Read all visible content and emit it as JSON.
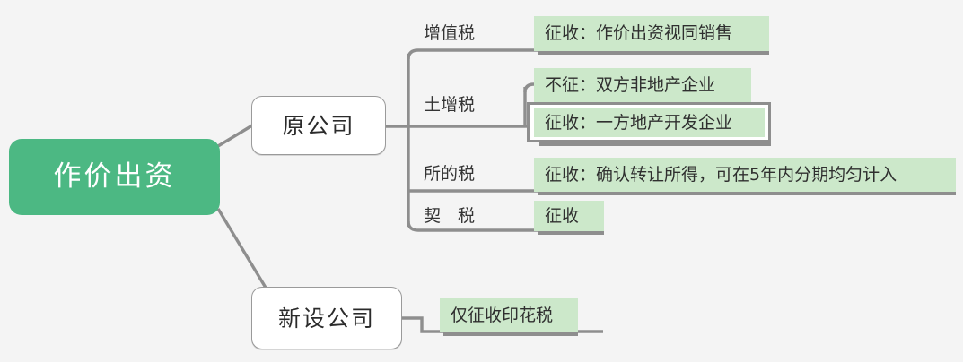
{
  "diagram": {
    "type": "mind-map",
    "background_color": "#f4f4f4",
    "root": {
      "label": "作价出资",
      "fill_color": "#4cb883",
      "text_color": "#ffffff"
    },
    "branches": [
      {
        "label": "原公司",
        "topics": [
          {
            "label": "增值税",
            "leaves": [
              {
                "text": "征收：作价出资视同销售",
                "highlight": "#cce8ca",
                "selected": false
              }
            ]
          },
          {
            "label": "土增税",
            "leaves": [
              {
                "text": "不征：双方非地产企业",
                "highlight": "#cce8ca",
                "selected": false
              },
              {
                "text": "征收：一方地产开发企业",
                "highlight": "#cce8ca",
                "selected": true
              }
            ]
          },
          {
            "label": "所的税",
            "leaves": [
              {
                "text": "征收：确认转让所得，可在5年内分期均匀计入",
                "highlight": "#cce8ca",
                "selected": false
              }
            ]
          },
          {
            "label": "契　税",
            "leaves": [
              {
                "text": "征收",
                "highlight": "#cce8ca",
                "selected": false
              }
            ]
          }
        ]
      },
      {
        "label": "新设公司",
        "topics": [
          {
            "label": "",
            "leaves": [
              {
                "text": "仅征收印花税",
                "highlight": "#cce8ca",
                "selected": false
              }
            ]
          }
        ]
      }
    ],
    "connector_color": "#8e8e8e"
  }
}
